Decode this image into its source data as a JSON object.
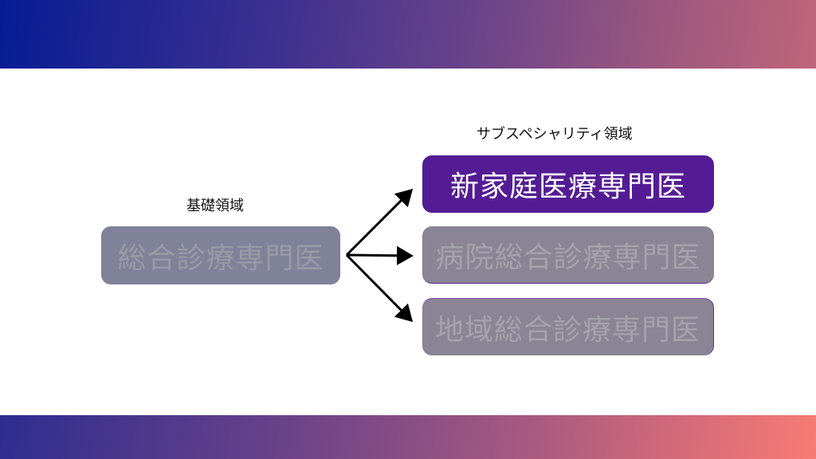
{
  "diagram": {
    "base_domain_label": "基礎領域",
    "subspecialty_domain_label": "サブスペシャリティ領域",
    "base_box": "総合診療専門医",
    "subspecialty_boxes": [
      "新家庭医療専門医",
      "病院総合診療専門医",
      "地域総合診療専門医"
    ],
    "colors": {
      "highlight": "#541c94",
      "muted_base": "#80829a",
      "muted_sub": "#8a8494",
      "arrow": "#000000"
    }
  }
}
